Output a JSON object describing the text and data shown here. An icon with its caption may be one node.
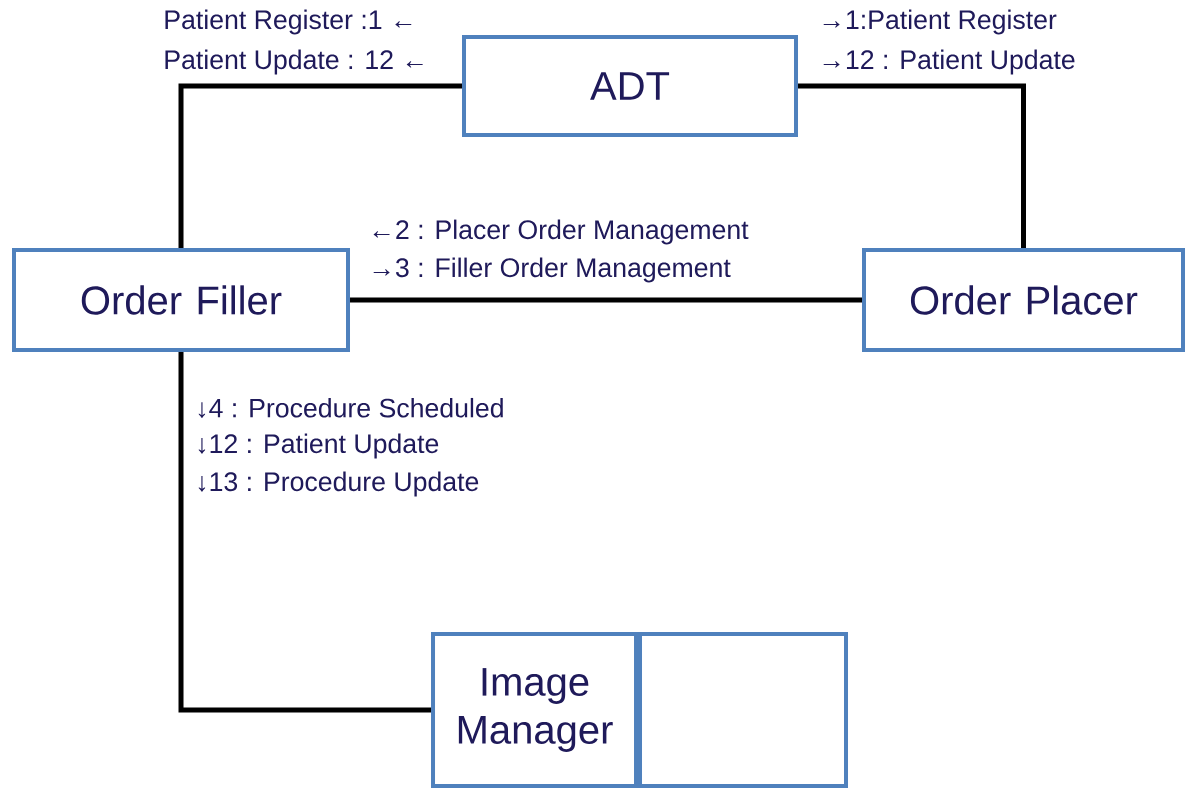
{
  "diagram": {
    "nodes": [
      {
        "text": [
          "ADT"
        ]
      },
      {
        "text": [
          "Order Filler"
        ]
      },
      {
        "text": [
          "Order Placer"
        ]
      },
      {
        "text": [
          "Image Manager"
        ]
      },
      {
        "text": [],
        "shape": "box"
      }
    ],
    "edges": [
      {
        "from": 0,
        "to": 1,
        "arrow": "none"
      },
      {
        "from": 0,
        "to": 2,
        "arrow": "none"
      },
      {
        "from": 1,
        "to": 2,
        "arrow": "none"
      },
      {
        "from": 1,
        "to": 3,
        "arrow": "none"
      }
    ],
    "labels": [
      "Patient Register :1 ←",
      "Patient Update : 12 ←",
      "→1:Patient Register",
      "→12 : Patient Update",
      "←2 : Placer Order Management",
      "→3 : Filler Order Management",
      "↓4 : Procedure Scheduled",
      "↓12 : Patient Update",
      "↓13 : Procedure Update"
    ]
  }
}
